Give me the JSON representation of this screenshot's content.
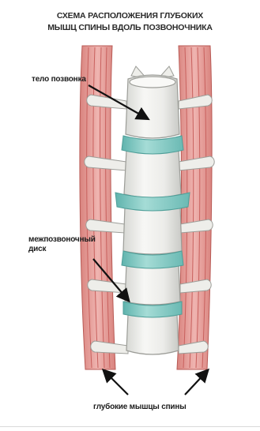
{
  "title": {
    "line1": "СХЕМА РАСПОЛОЖЕНИЯ ГЛУБОКИХ",
    "line2": "МЫШЦ СПИНЫ ВДОЛЬ ПОЗВОНОЧНИКА"
  },
  "labels": {
    "vertebral_body": "тело позвонка",
    "disc_line1": "межпозвоночный",
    "disc_line2": "диск",
    "deep_muscles": "глубокие мышцы спины"
  },
  "colors": {
    "muscle": "#e8a4a0",
    "muscle_stripe": "#c8605d",
    "bone": "#f1f1ee",
    "bone_shadow": "#c9cac6",
    "disc": "#8ccfc9",
    "disc_dark": "#5fb3ad",
    "arrow": "#111111",
    "text": "#1c1c1c"
  }
}
